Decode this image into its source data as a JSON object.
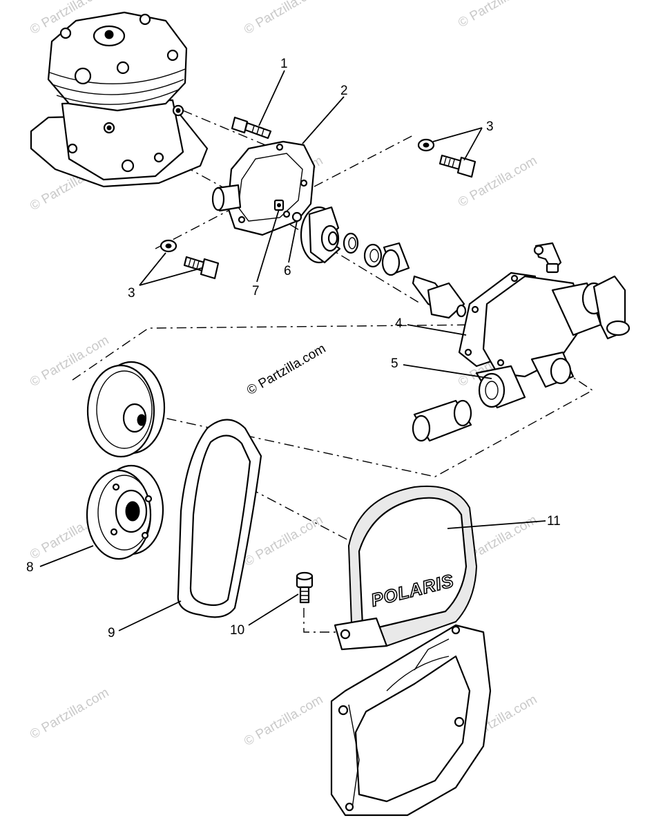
{
  "diagram": {
    "callouts": [
      "1",
      "2",
      "3",
      "3",
      "4",
      "5",
      "6",
      "7",
      "8",
      "9",
      "10",
      "11"
    ],
    "cover_brand_text": "POLARIS",
    "center_watermark": "© Partzilla.com",
    "watermark_text": "© Partzilla.com"
  }
}
